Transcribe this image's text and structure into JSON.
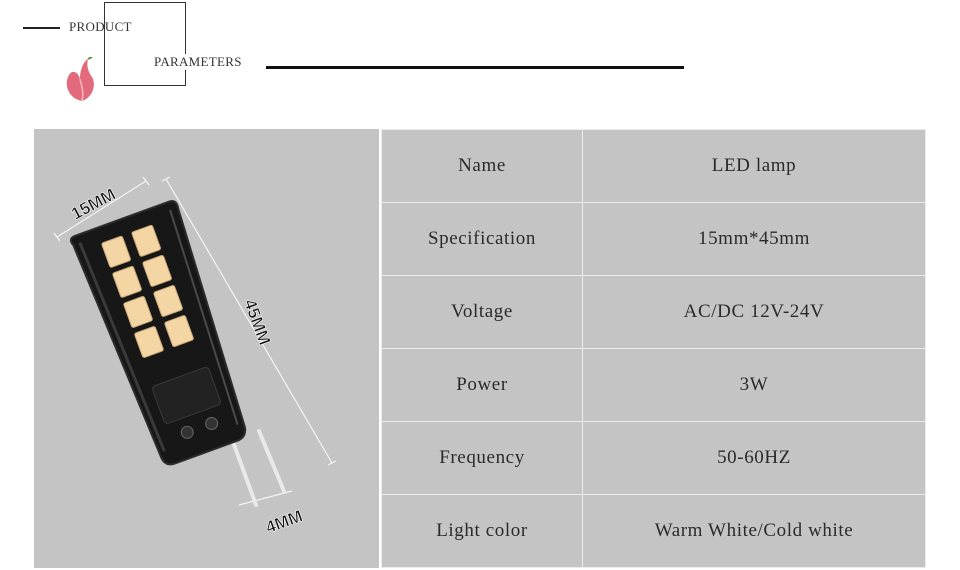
{
  "header": {
    "title_line1": "PRODUCT",
    "title_line2": "PARAMETERS"
  },
  "image": {
    "dim_width": "15MM",
    "dim_height": "45MM",
    "dim_pin": "4MM"
  },
  "specs": [
    {
      "label": "Name",
      "value": "LED lamp"
    },
    {
      "label": "Specification",
      "value": "15mm*45mm"
    },
    {
      "label": "Voltage",
      "value": "AC/DC 12V-24V"
    },
    {
      "label": "Power",
      "value": "3W"
    },
    {
      "label": "Frequency",
      "value": "50-60HZ"
    },
    {
      "label": "Light color",
      "value": "Warm White/Cold white"
    }
  ],
  "colors": {
    "panel_bg": "#c5c4c4",
    "led_chip": "#f4d5a4",
    "accent_flower": "#e36a7c"
  }
}
